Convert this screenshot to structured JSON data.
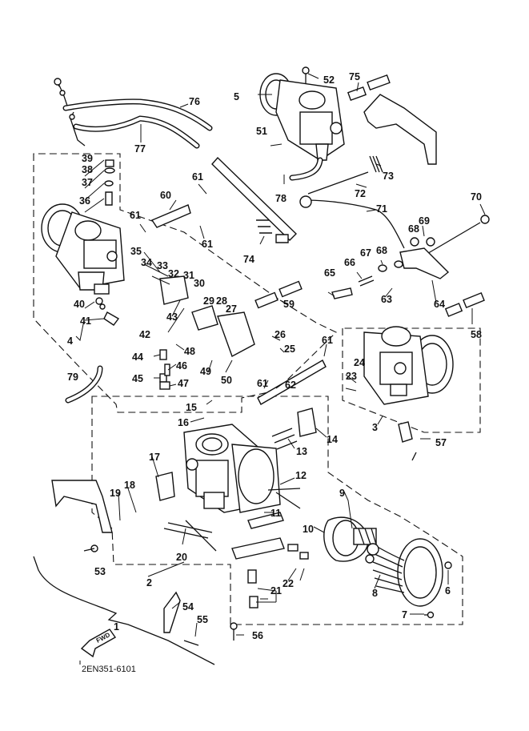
{
  "diagram_code": "2EN351-6101",
  "direction_label": "FWD",
  "callouts": [
    "1",
    "2",
    "3",
    "4",
    "5",
    "6",
    "7",
    "8",
    "9",
    "10",
    "11",
    "12",
    "13",
    "14",
    "15",
    "16",
    "17",
    "18",
    "19",
    "20",
    "21",
    "22",
    "23",
    "24",
    "25",
    "26",
    "27",
    "28",
    "29",
    "30",
    "31",
    "32",
    "33",
    "34",
    "35",
    "36",
    "37",
    "38",
    "39",
    "40",
    "41",
    "42",
    "43",
    "44",
    "45",
    "46",
    "47",
    "48",
    "49",
    "50",
    "51",
    "52",
    "53",
    "54",
    "55",
    "56",
    "57",
    "58",
    "59",
    "60",
    "61",
    "62",
    "63",
    "64",
    "65",
    "66",
    "67",
    "68",
    "69",
    "70",
    "71",
    "72",
    "73",
    "74",
    "75",
    "76",
    "77",
    "78",
    "79"
  ]
}
